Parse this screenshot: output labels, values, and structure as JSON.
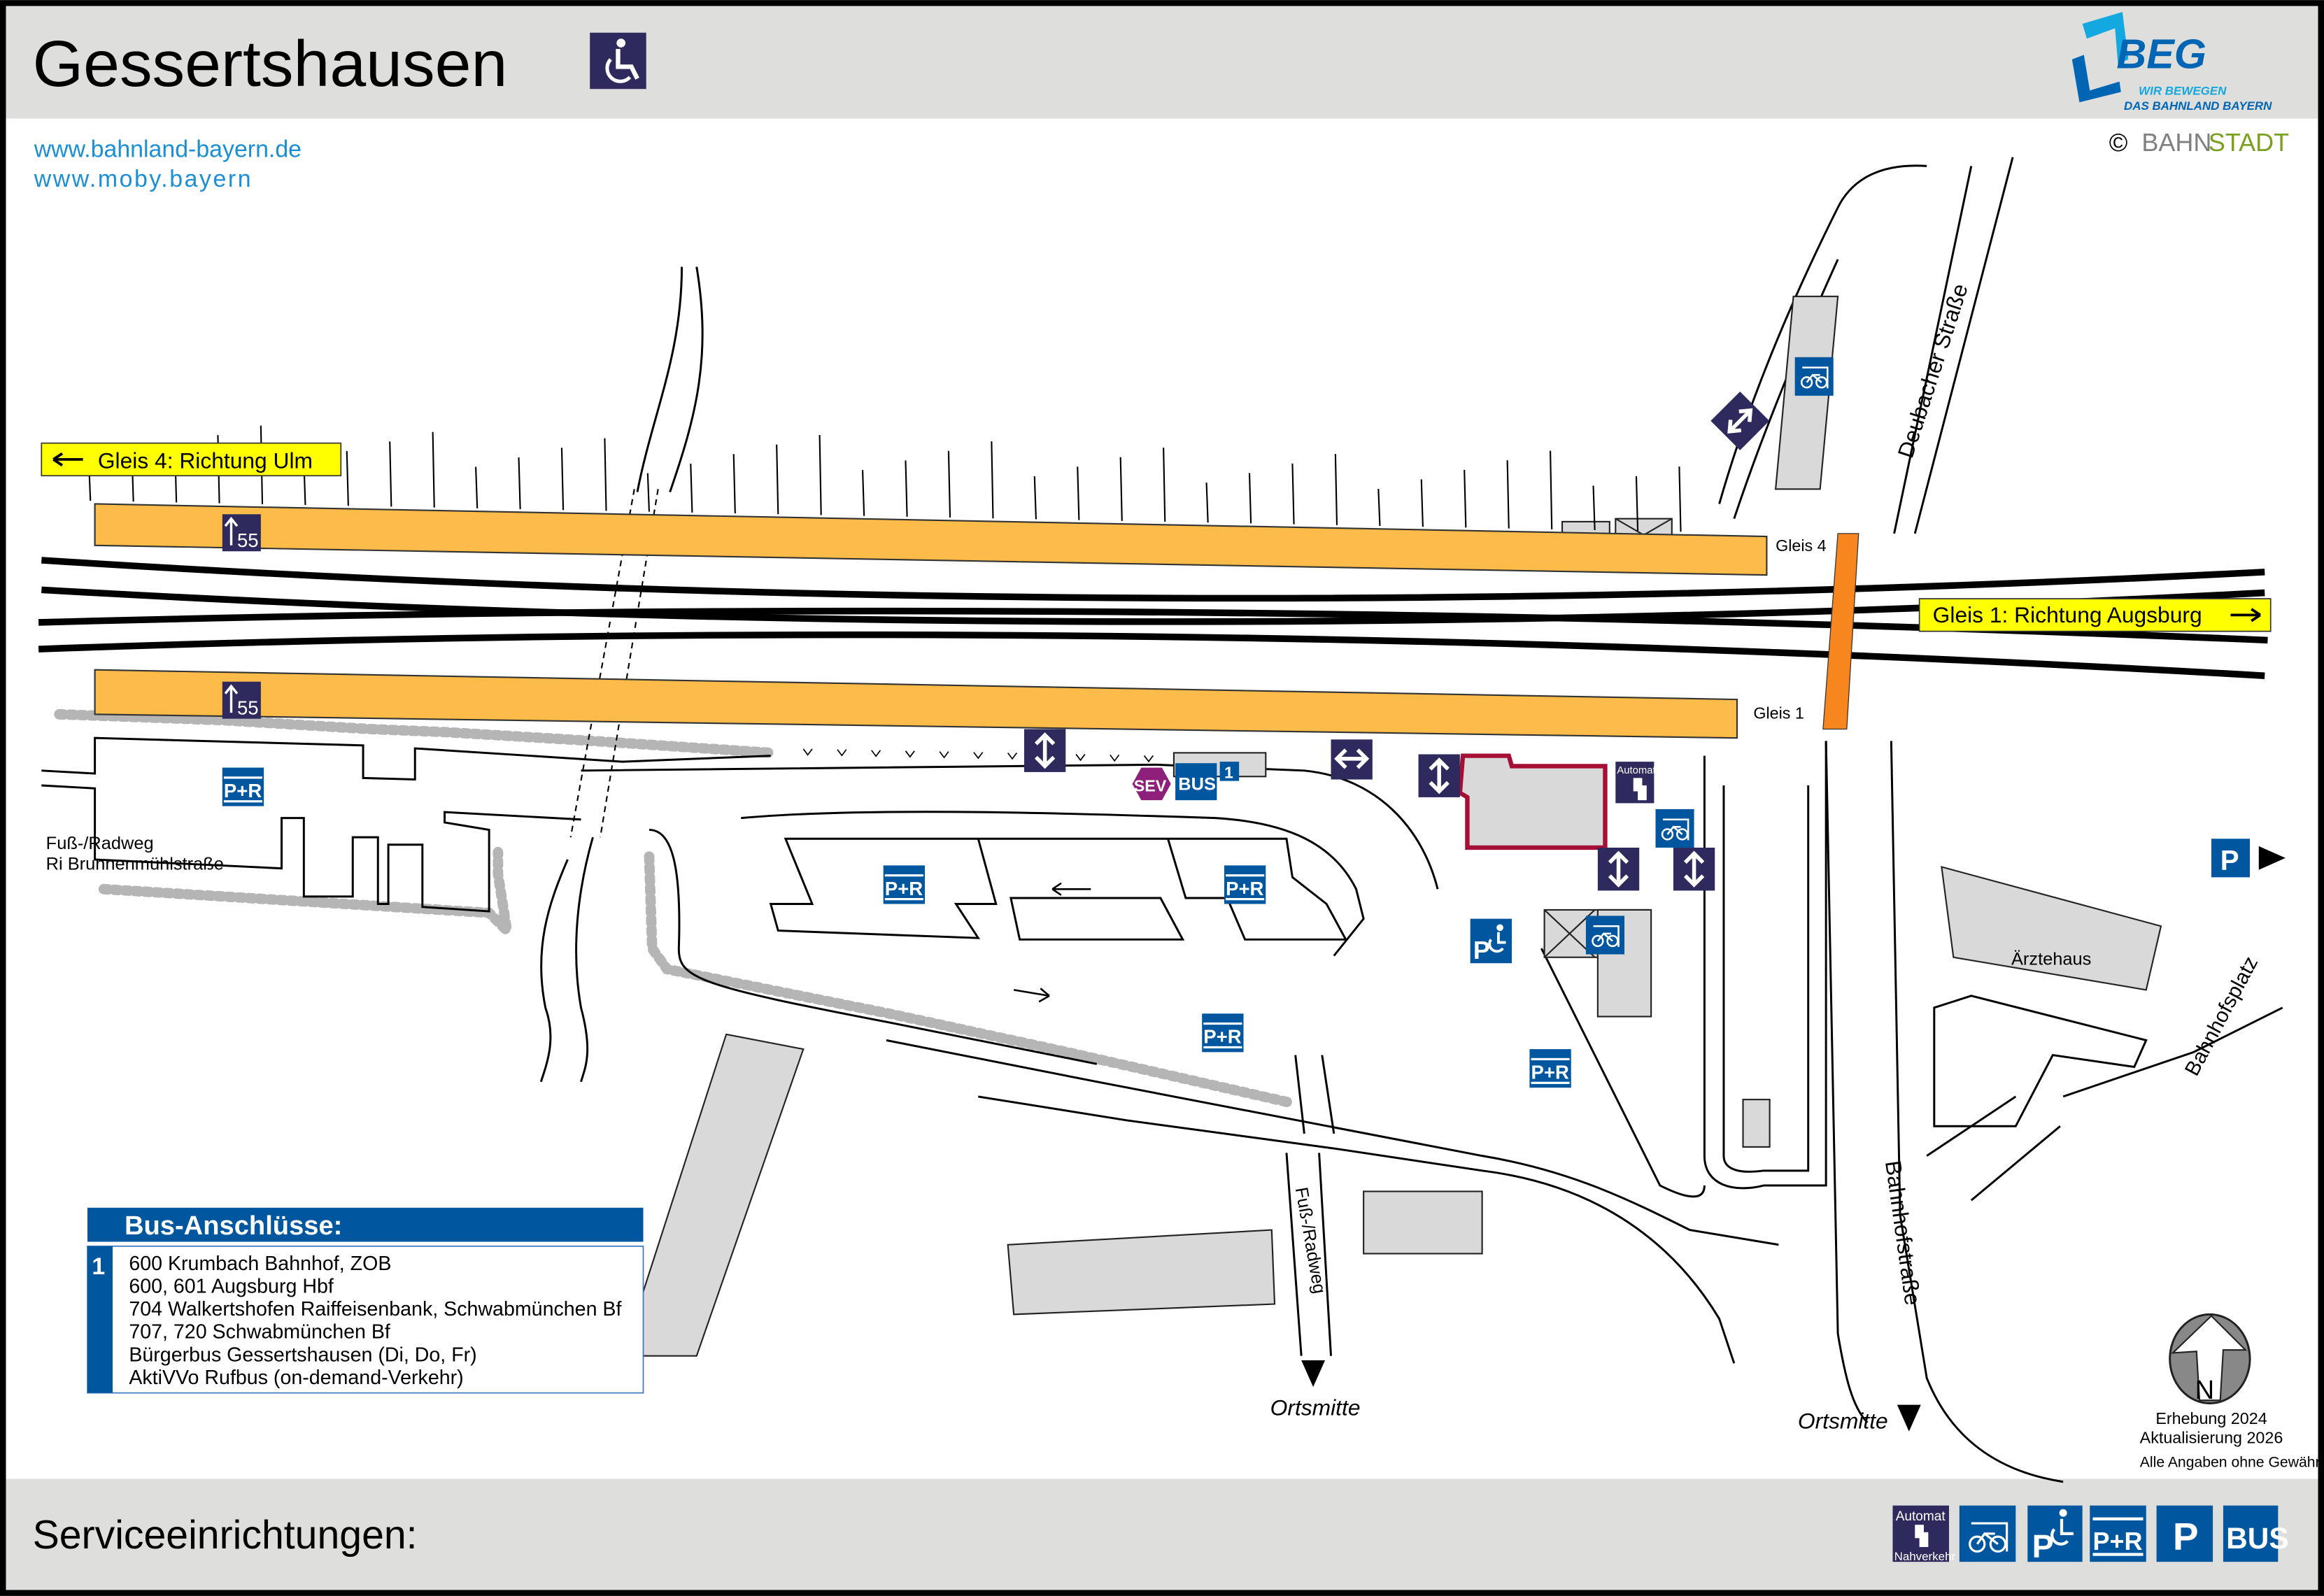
{
  "header": {
    "title": "Gessertshausen",
    "logo_text": "BEG",
    "logo_tagline_1": "WIR BEWEGEN",
    "logo_tagline_2": "DAS BAHNLAND BAYERN",
    "copyright_symbol": "©",
    "copyright_part1": "BAHN",
    "copyright_part2": "STADT"
  },
  "links": [
    "www.bahnland-bayern.de",
    "www.moby.bayern"
  ],
  "directions": {
    "gleis4": "Gleis 4: Richtung Ulm",
    "gleis1": "Gleis 1: Richtung Augsburg"
  },
  "platforms": {
    "gleis4": "Gleis 4",
    "gleis1": "Gleis 1",
    "height_sign": "55"
  },
  "labels": {
    "deubacher": "Deubacher Straße",
    "bahnhofstrasse": "Bahnhofstraße",
    "bahnhofsplatz": "Bahnhofsplatz",
    "fussweg": "Fuß-/Radweg",
    "fussweg_left_1": "Fuß-/Radweg",
    "fussweg_left_2": "Ri Brunnenmühlstraße",
    "aerztehaus": "Ärztehaus",
    "ortsmitte_1": "Ortsmitte",
    "ortsmitte_2": "Ortsmitte",
    "pr": "P+R",
    "sev": "SEV",
    "bus": "BUS",
    "bus_stop_number": "1",
    "p": "P",
    "automat": "Automat"
  },
  "bus": {
    "title": "Bus-Anschlüsse:",
    "stop_number": "1",
    "lines": [
      "600 Krumbach Bahnhof, ZOB",
      "600, 601 Augsburg Hbf",
      "704 Walkertshofen Raiffeisenbank, Schwabmünchen Bf",
      "707, 720 Schwabmünchen Bf",
      "Bürgerbus Gessertshausen (Di, Do, Fr)",
      "AktiVVo Rufbus (on-demand-Verkehr)"
    ]
  },
  "info": {
    "north": "N",
    "survey": "Erhebung 2024",
    "update": "Aktualisierung 2026",
    "disclaimer": "Alle Angaben ohne Gewähr!"
  },
  "footer": {
    "title": "Serviceeinrichtungen:",
    "legend": [
      {
        "icon": "ticket-machine-icon",
        "top": "Automat",
        "bottom": "Nahverkehr"
      },
      {
        "icon": "bike-parking-icon",
        "label": ""
      },
      {
        "icon": "disabled-parking-icon",
        "label": "P"
      },
      {
        "icon": "park-and-ride-icon",
        "label": "P+R"
      },
      {
        "icon": "parking-icon",
        "label": "P"
      },
      {
        "icon": "bus-icon",
        "label": "BUS"
      }
    ]
  },
  "colors": {
    "platform": "#fdbb4a",
    "bridge": "#f7861f",
    "navy": "#2e2a5e",
    "blue": "#0057a0",
    "sev": "#8e1f7a",
    "station_outline": "#a50f35",
    "direction_label": "#ffff00"
  }
}
